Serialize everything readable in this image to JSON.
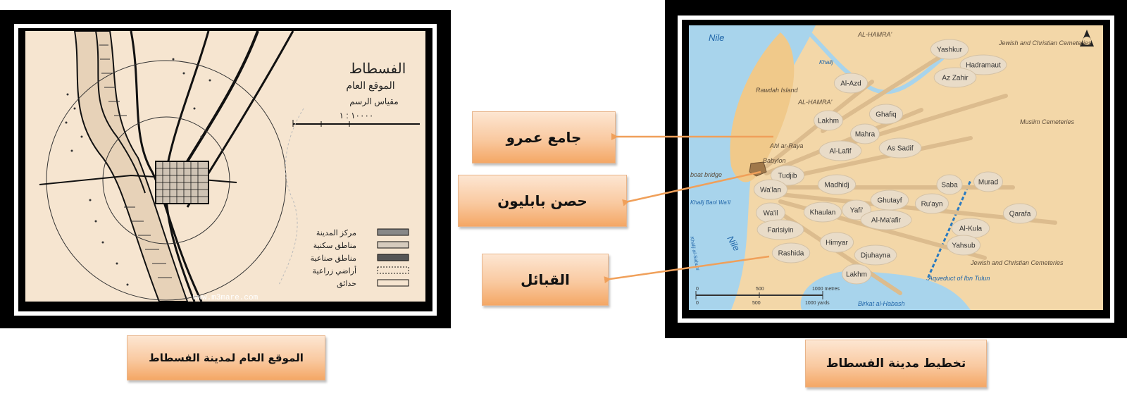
{
  "left_map": {
    "title_lines": [
      "الفسطاط",
      "الموقع العام",
      "مقياس الرسم",
      "١٠٠٠٠ : ١"
    ],
    "legend": [
      "مركز المدينة",
      "مناطق سكنية",
      "مناطق صناعية",
      "أراضي زراعية",
      "حدائق"
    ],
    "website": "www.m3mare.com",
    "colors": {
      "paper": "#f6e5d0",
      "ink": "#111111"
    }
  },
  "right_map": {
    "water_labels": {
      "nile_top": "Nile",
      "nile_bottom": "Nile",
      "khalij": "Khalij",
      "khalij_bani_wail": "Khalij Bani Wa'il",
      "birkat": "Birkat al-Habash",
      "aqueduct": "Aqueduct of Ibn Tulun",
      "side_channel": "Khalij al-Sabuni"
    },
    "area_labels": {
      "rawdah": "Rawdah Island",
      "hamra_top": "AL-HAMRA'",
      "hamra_mid": "AL-HAMRA'",
      "jewish_christian_top": "Jewish and Christian Cemeteries",
      "muslim": "Muslim Cemeteries",
      "jewish_christian_bottom": "Jewish and Christian Cemeteries",
      "boat_bridge": "boat bridge",
      "babylon": "Babylon",
      "ahl_ar_raya": "Ahl ar-Raya"
    },
    "tribes": [
      "Yashkur",
      "Hadramaut",
      "Az Zahir",
      "Al-Azd",
      "Ghafiq",
      "Lakhm",
      "Mahra",
      "Al-Lafif",
      "As Sadif",
      "Tudjib",
      "Madhidj",
      "Saba",
      "Murad",
      "Wa'lan",
      "Ghutayf",
      "Ru'ayn",
      "Wa'il",
      "Khaulan",
      "Yafi'",
      "Al-Ma'afir",
      "Qarafa",
      "Farisiyin",
      "Al-Kula",
      "Himyar",
      "Yahsub",
      "Rashida",
      "Djuhayna",
      "Lakhm"
    ],
    "scale": {
      "meters": [
        "0",
        "500",
        "1000 metres"
      ],
      "yards": [
        "0",
        "500",
        "1000 yards"
      ]
    },
    "colors": {
      "land": "#f3d7a8",
      "water": "#a8d4ec",
      "island": "#f0c98a"
    }
  },
  "callouts": {
    "mosque": "جامع عمرو",
    "fortress": "حصن بابليون",
    "tribes": "القبائل"
  },
  "captions": {
    "left": "الموقع العام  لمدينة الفسطاط",
    "right": "تخطيط مدينة الفسطاط"
  },
  "accent_colors": {
    "callout_arrow": "#f0a05a"
  }
}
